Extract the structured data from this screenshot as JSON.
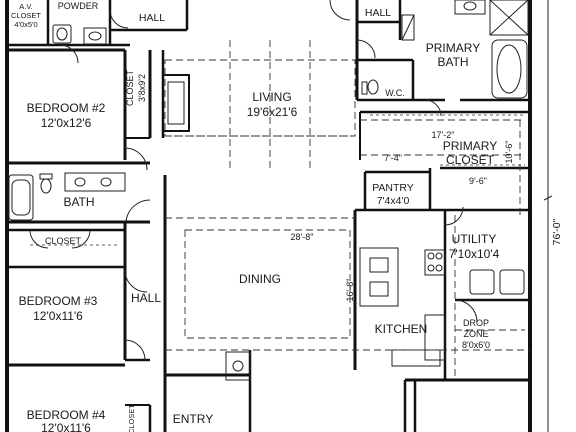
{
  "rooms": {
    "av_closet": {
      "line1": "A.V.",
      "line2": "CLOSET",
      "size": "4'0x5'0"
    },
    "powder": {
      "name": "POWDER"
    },
    "hall_top": {
      "name": "HALL"
    },
    "hall_right": {
      "name": "HALL"
    },
    "hall_mid": {
      "name": "HALL"
    },
    "primary_bath": {
      "line1": "PRIMARY",
      "line2": "BATH"
    },
    "closet_vert": {
      "name": "CLOSET",
      "size": "3'8x9'2"
    },
    "bedroom2": {
      "name": "BEDROOM #2",
      "size": "12'0x12'6"
    },
    "living": {
      "name": "LIVING",
      "size": "19'6x21'6"
    },
    "wc": {
      "name": "W.C."
    },
    "primary_closet": {
      "line1": "PRIMARY",
      "line2": "CLOSET"
    },
    "pantry": {
      "name": "PANTRY",
      "size": "7'4x4'0"
    },
    "bath": {
      "name": "BATH"
    },
    "utility": {
      "name": "UTILITY",
      "size": "7'10x10'4"
    },
    "closet_horiz": {
      "name": "CLOSET"
    },
    "dining": {
      "name": "DINING"
    },
    "bedroom3": {
      "name": "BEDROOM #3",
      "size": "12'0x11'6"
    },
    "kitchen": {
      "name": "KITCHEN"
    },
    "drop_zone": {
      "line1": "DROP",
      "line2": "ZONE",
      "size": "8'0x6'0"
    },
    "bedroom4": {
      "name": "BEDROOM #4",
      "size": "12'0x11'6"
    },
    "entry": {
      "name": "ENTRY"
    },
    "closet_bottom": {
      "name": "CLOSET"
    }
  },
  "dimensions": {
    "d17_2": "17'-2\"",
    "d7_4": "7'-4\"",
    "d10_6": "10'-6\"",
    "d9_6": "9'-6\"",
    "d28_8": "28'-8\"",
    "d16_8": "16'-8\"",
    "d76_0": "76'-0\""
  }
}
